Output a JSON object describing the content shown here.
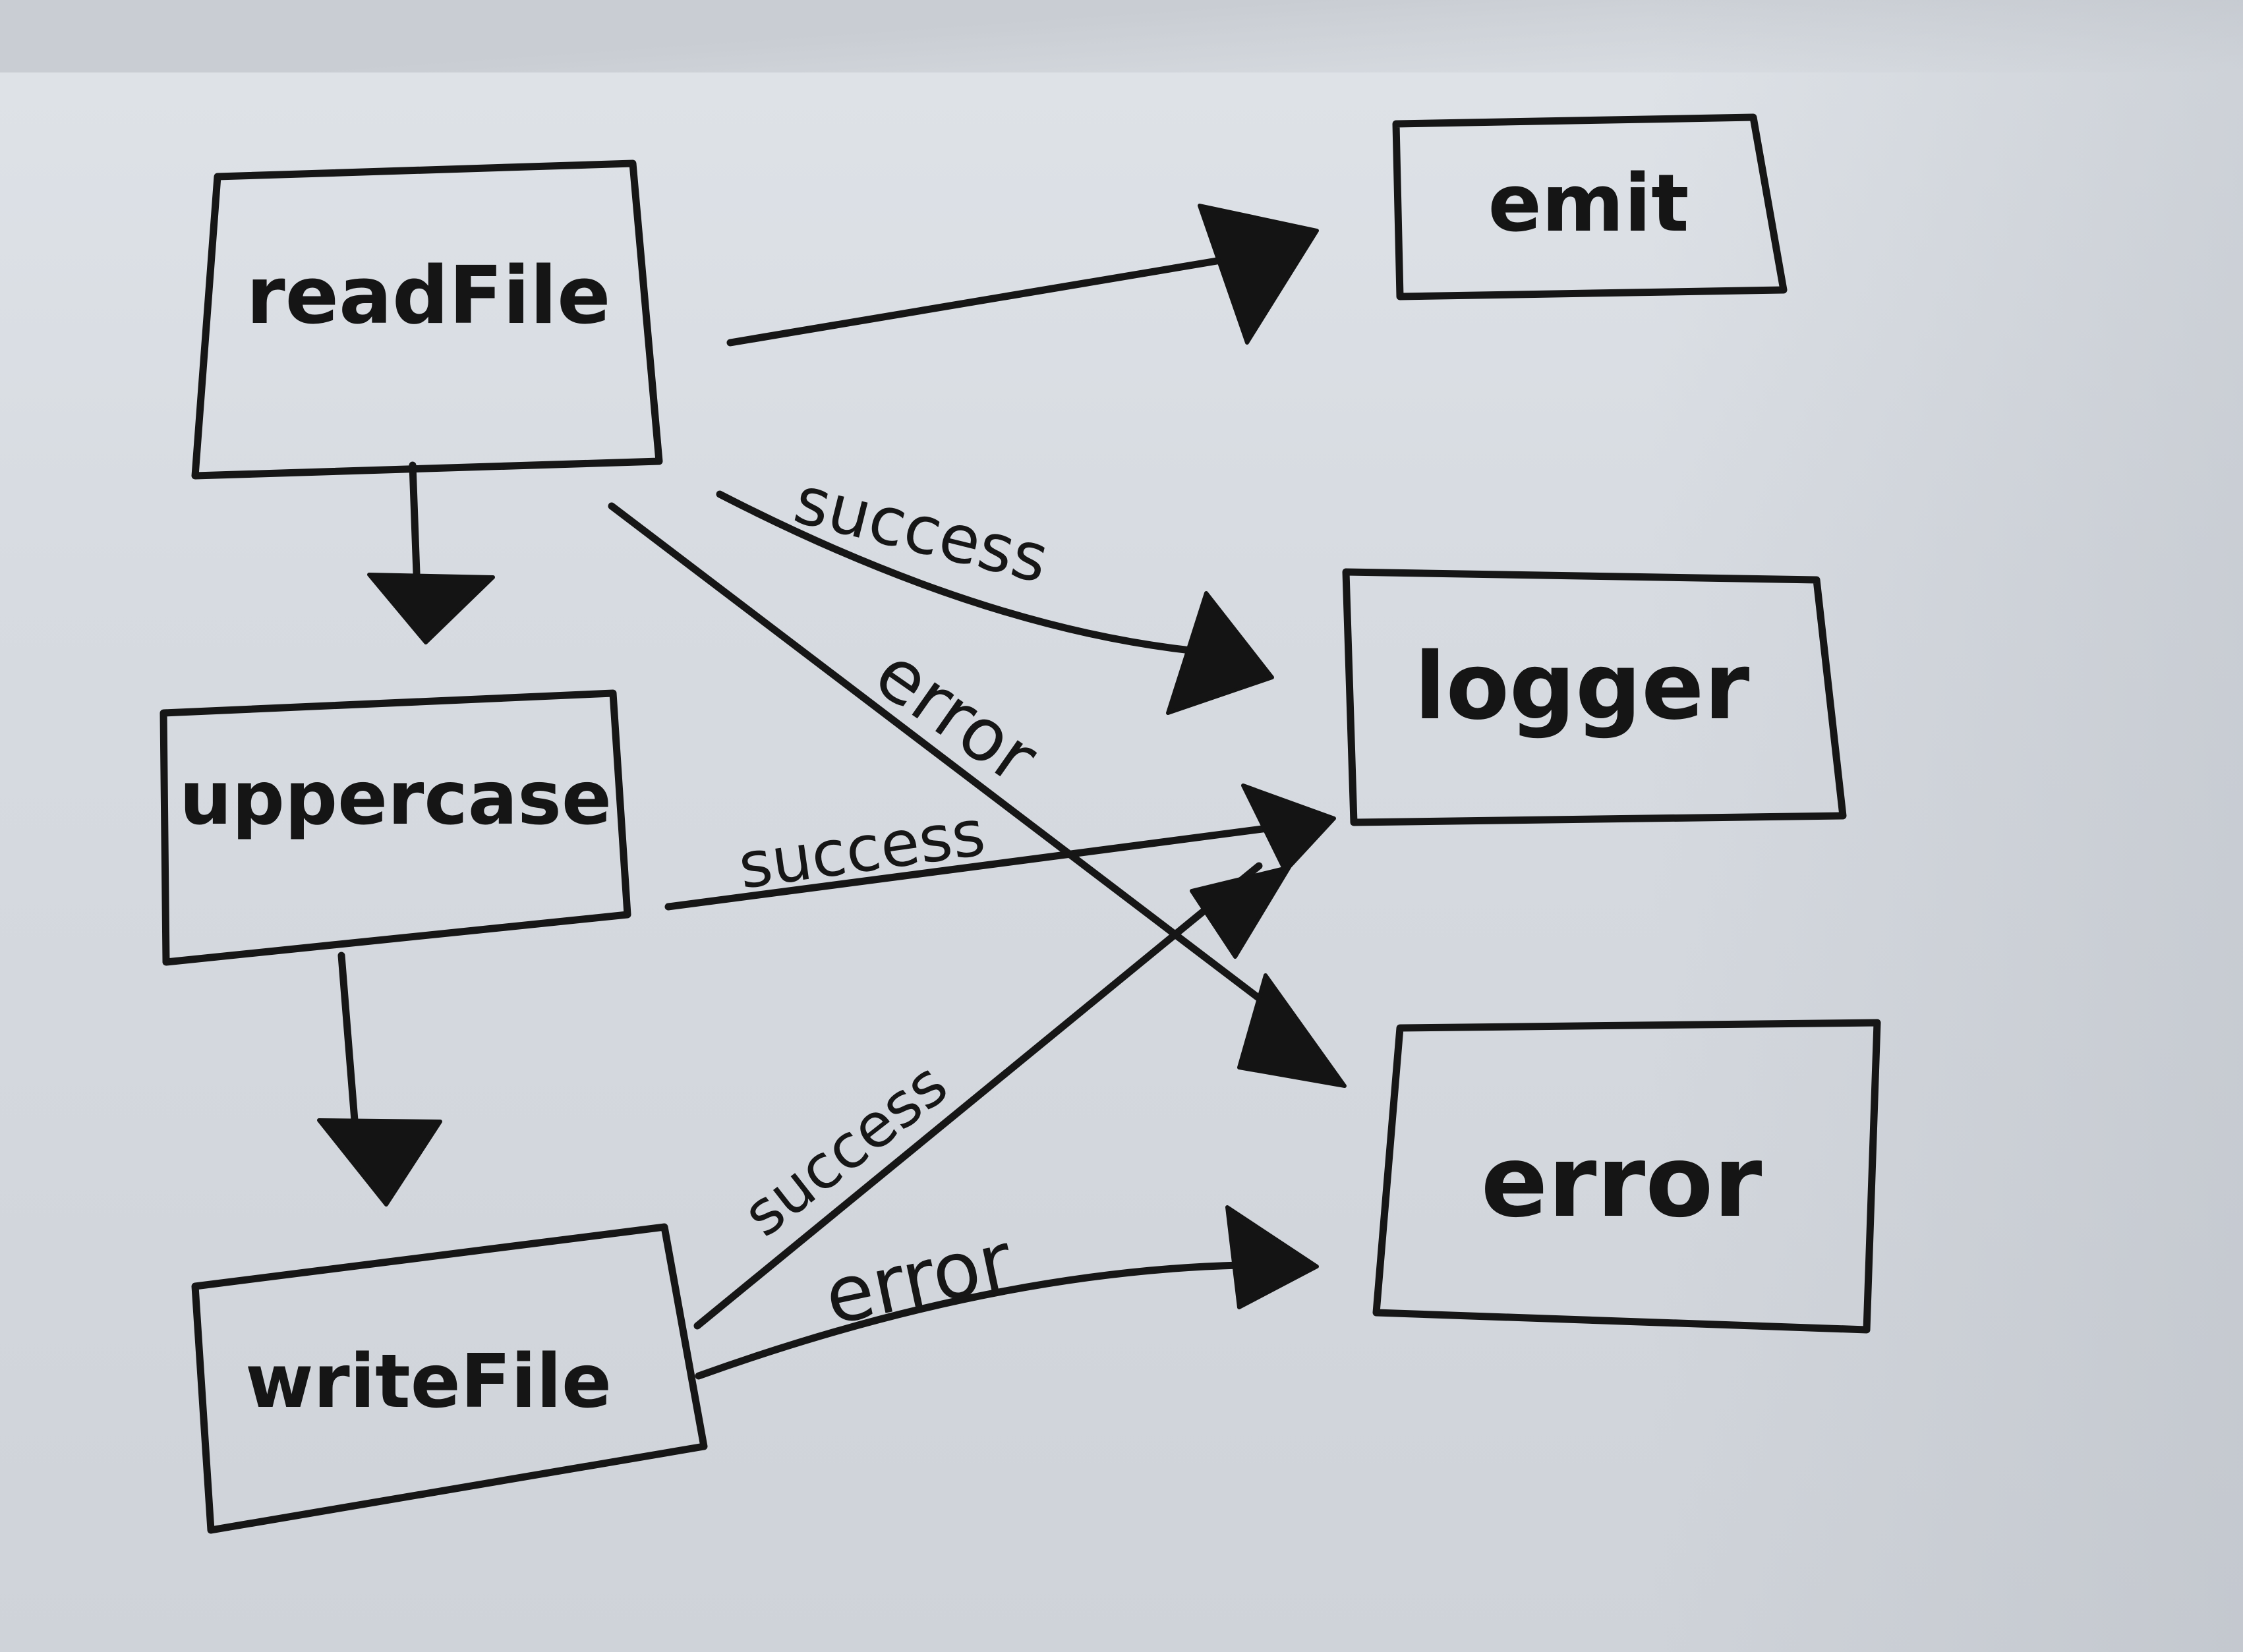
{
  "diagram": {
    "nodes": [
      {
        "id": "readFile",
        "label": "readFile"
      },
      {
        "id": "uppercase",
        "label": "uppercase"
      },
      {
        "id": "writeFile",
        "label": "writeFile"
      },
      {
        "id": "emit",
        "label": "emit"
      },
      {
        "id": "logger",
        "label": "logger"
      },
      {
        "id": "error",
        "label": "error"
      }
    ],
    "edges": [
      {
        "from": "readFile",
        "to": "uppercase",
        "label": ""
      },
      {
        "from": "uppercase",
        "to": "writeFile",
        "label": ""
      },
      {
        "from": "readFile",
        "to": "emit",
        "label": ""
      },
      {
        "from": "readFile",
        "to": "logger",
        "label": "success"
      },
      {
        "from": "readFile",
        "to": "error",
        "label": "error"
      },
      {
        "from": "uppercase",
        "to": "logger",
        "label": "success"
      },
      {
        "from": "writeFile",
        "to": "logger",
        "label": "success"
      },
      {
        "from": "writeFile",
        "to": "error",
        "label": "error"
      }
    ]
  }
}
